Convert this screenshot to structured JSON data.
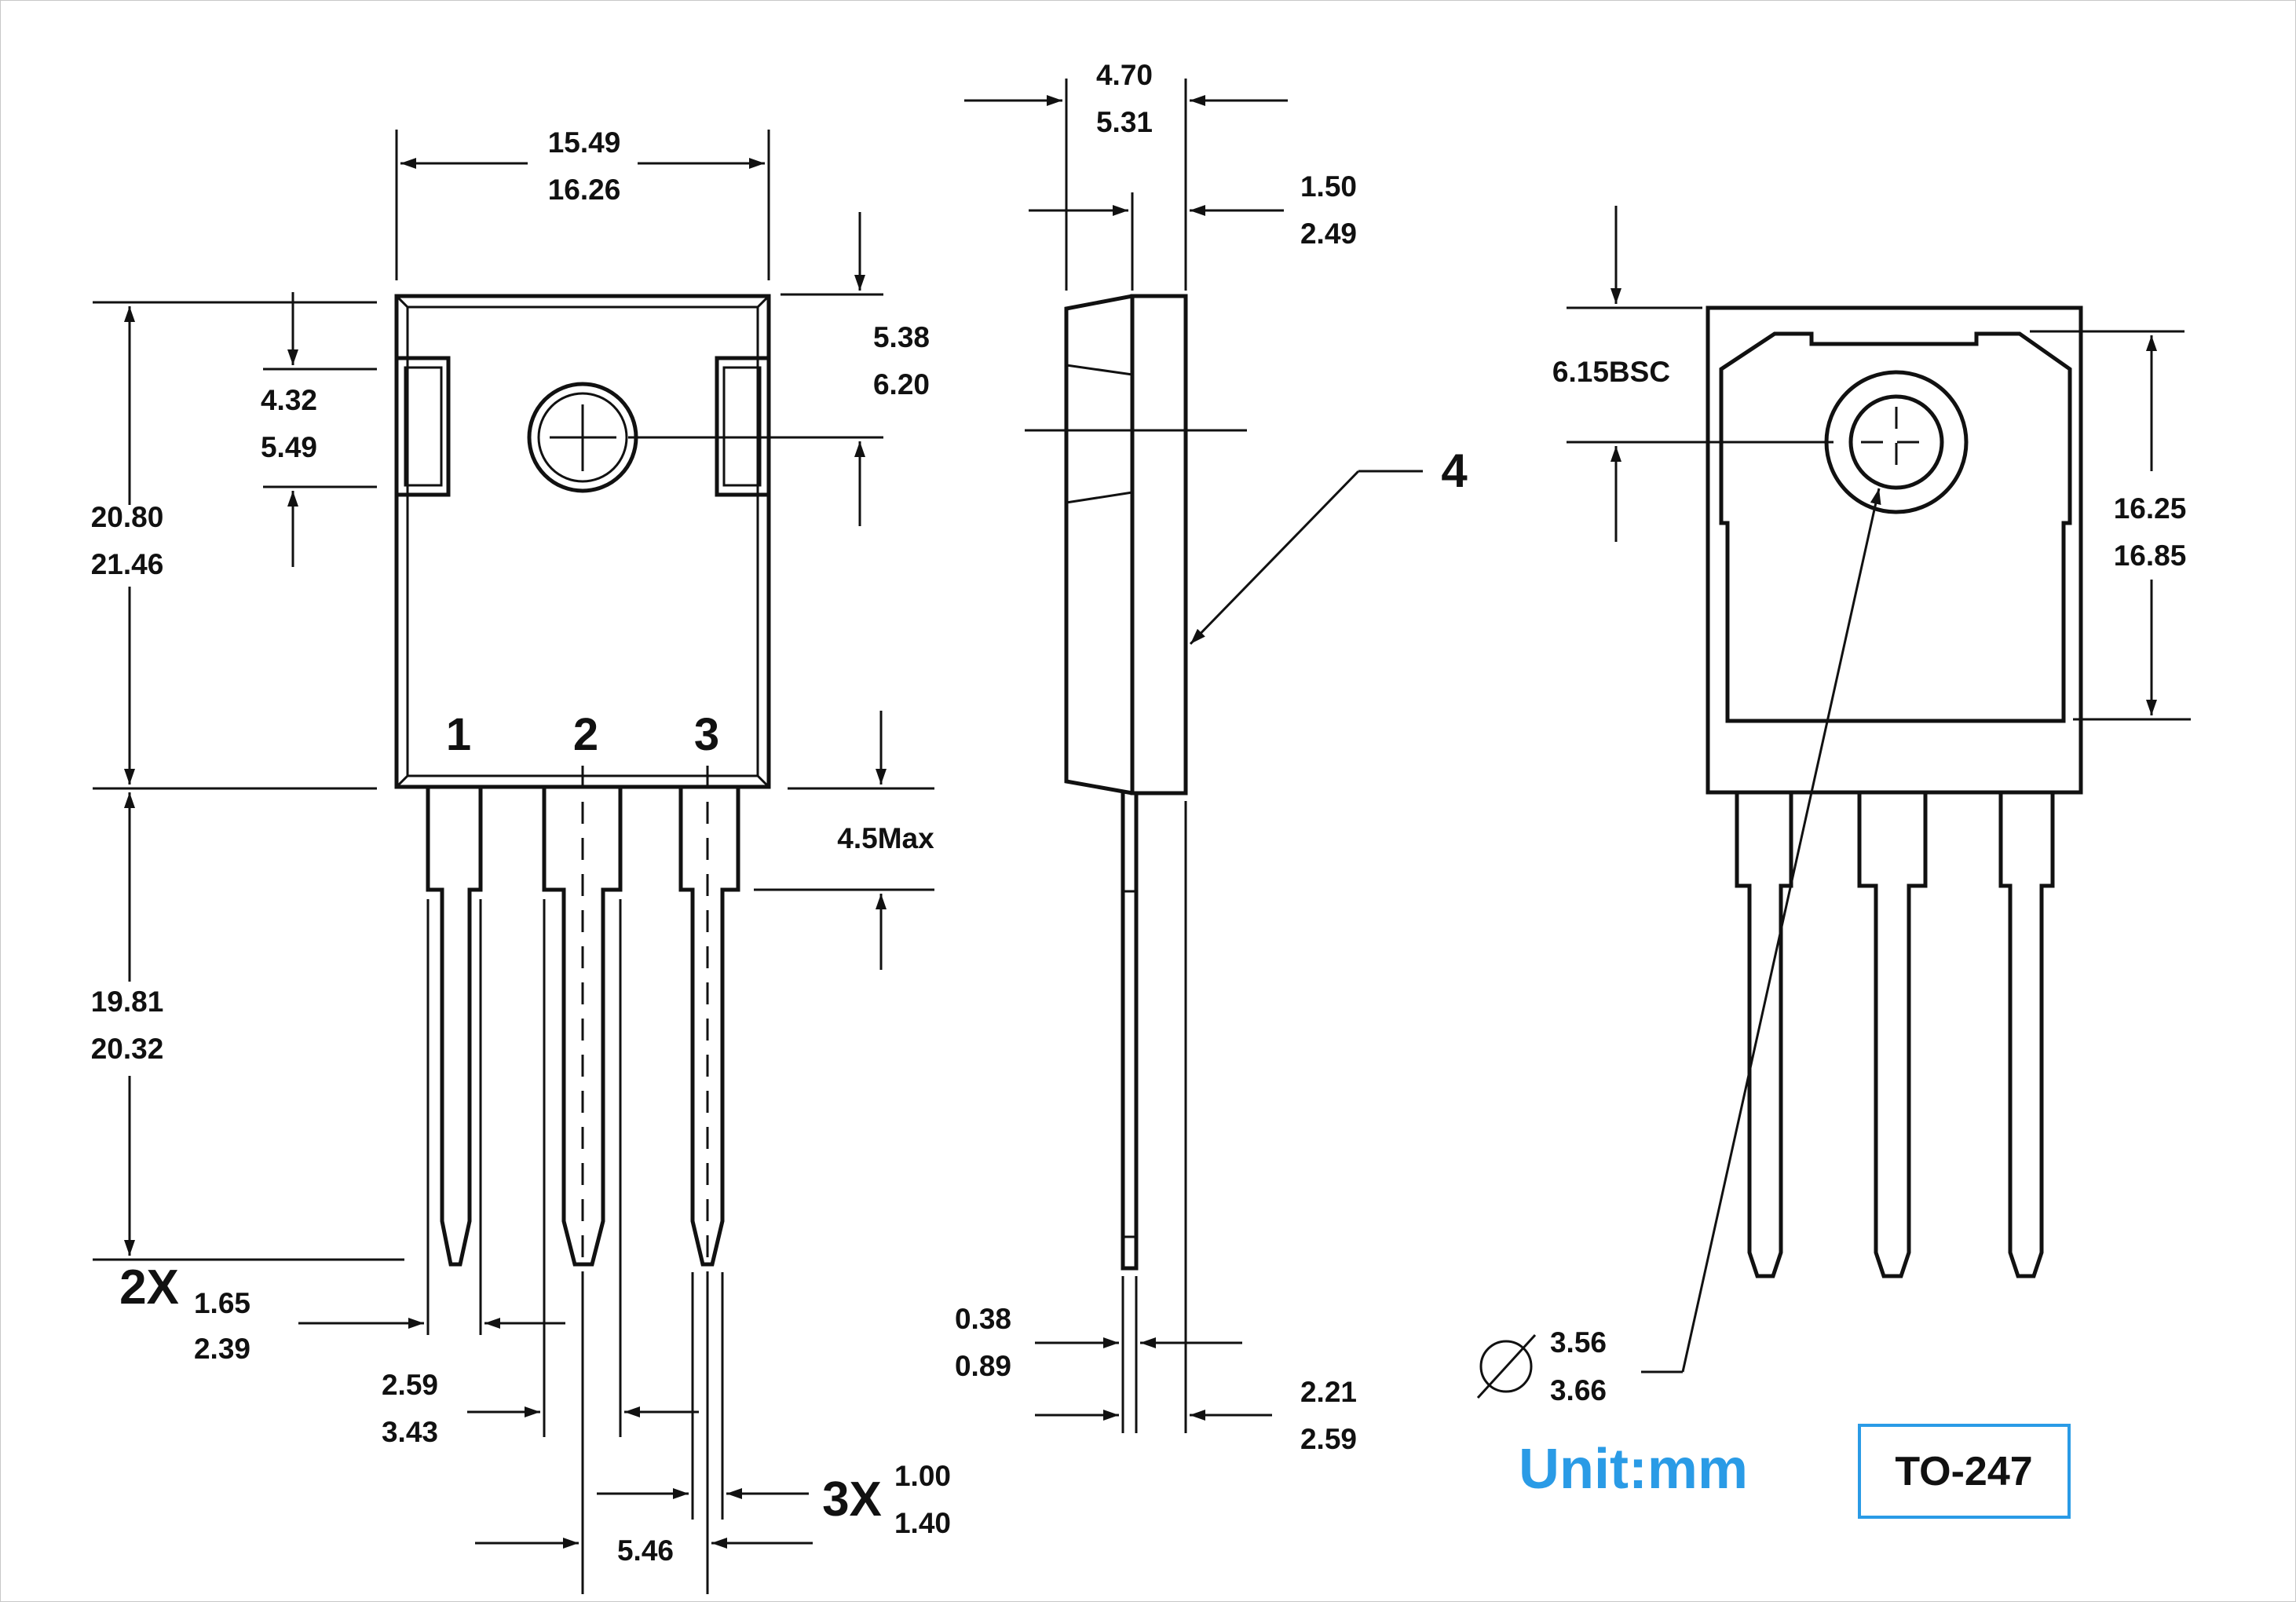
{
  "dimensions": {
    "body_width": {
      "min": "15.49",
      "max": "16.26"
    },
    "body_height": {
      "min": "20.80",
      "max": "21.46"
    },
    "tab_slot": {
      "min": "4.32",
      "max": "5.49"
    },
    "hole_center_offset": {
      "min": "5.38",
      "max": "6.20"
    },
    "lead_shoulder": {
      "value": "4.5Max"
    },
    "lead_length": {
      "min": "19.81",
      "max": "20.32"
    },
    "lead_width_2x": {
      "mult": "2X",
      "min": "1.65",
      "max": "2.39"
    },
    "lead_spacing": {
      "min": "2.59",
      "max": "3.43"
    },
    "lead_width_3x": {
      "mult": "3X",
      "min": "1.00",
      "max": "1.40"
    },
    "pitch": {
      "value": "5.46"
    },
    "package_thickness": {
      "min": "4.70",
      "max": "5.31"
    },
    "tab_thickness": {
      "min": "1.50",
      "max": "2.49"
    },
    "lead_thickness": {
      "min": "0.38",
      "max": "0.89"
    },
    "lead_offset": {
      "min": "2.21",
      "max": "2.59"
    },
    "back_hole_offset": {
      "value": "6.15BSC"
    },
    "back_pad_height": {
      "min": "16.25",
      "max": "16.85"
    },
    "hole_diameter": {
      "min": "3.56",
      "max": "3.66"
    }
  },
  "pins": [
    "1",
    "2",
    "3"
  ],
  "callout_label": "4",
  "unit_label": "Unit:mm",
  "package_name": "TO-247",
  "colors": {
    "line": "#111111",
    "unit": "#2a9be6",
    "box": "#2a9be6"
  }
}
